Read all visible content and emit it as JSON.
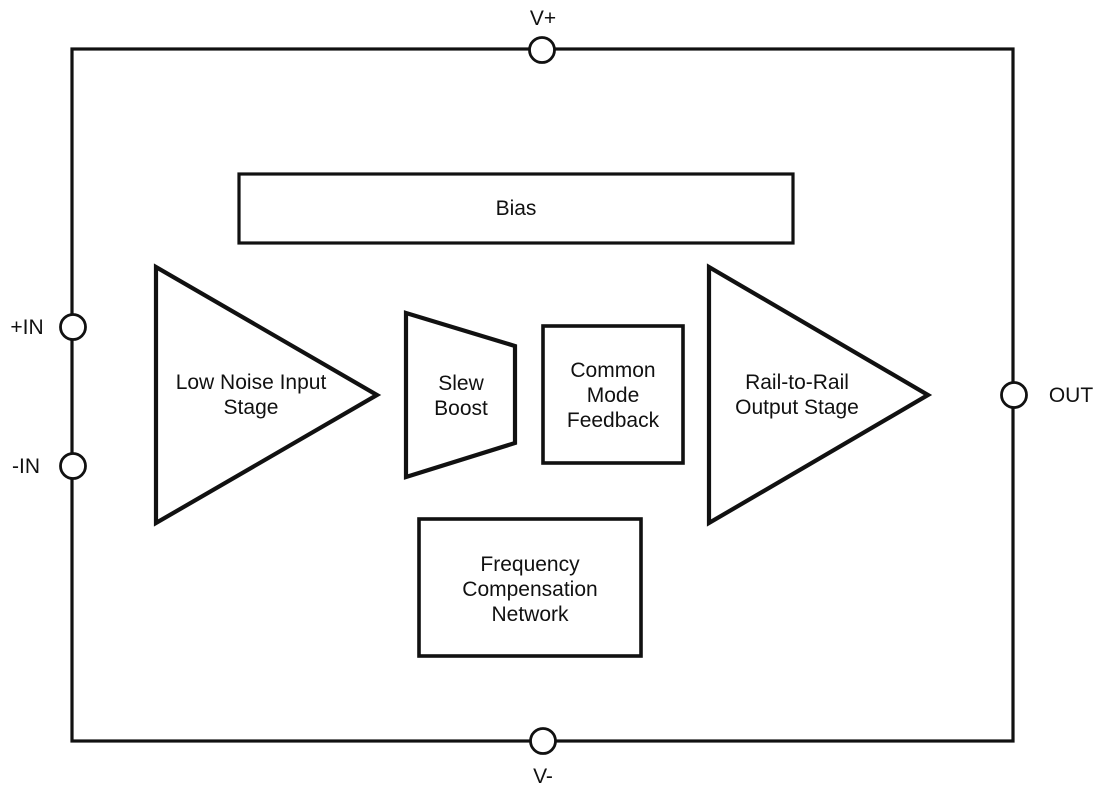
{
  "terminals": {
    "vplus": {
      "label": "V+"
    },
    "vminus": {
      "label": "V-"
    },
    "in_pos": {
      "label": "+IN"
    },
    "in_neg": {
      "label": "-IN"
    },
    "out": {
      "label": "OUT"
    }
  },
  "blocks": {
    "bias": {
      "lines": [
        "Bias"
      ]
    },
    "input_stage": {
      "lines": [
        "Low Noise Input",
        "Stage"
      ]
    },
    "slew_boost": {
      "lines": [
        "Slew",
        "Boost"
      ]
    },
    "cmf": {
      "lines": [
        "Common",
        "Mode",
        "Feedback"
      ]
    },
    "output_stage": {
      "lines": [
        "Rail-to-Rail",
        "Output Stage"
      ]
    },
    "fcn": {
      "lines": [
        "Frequency",
        "Compensation",
        "Network"
      ]
    }
  },
  "colors": {
    "line": "#111111",
    "text": "#111111",
    "background": "#ffffff"
  }
}
